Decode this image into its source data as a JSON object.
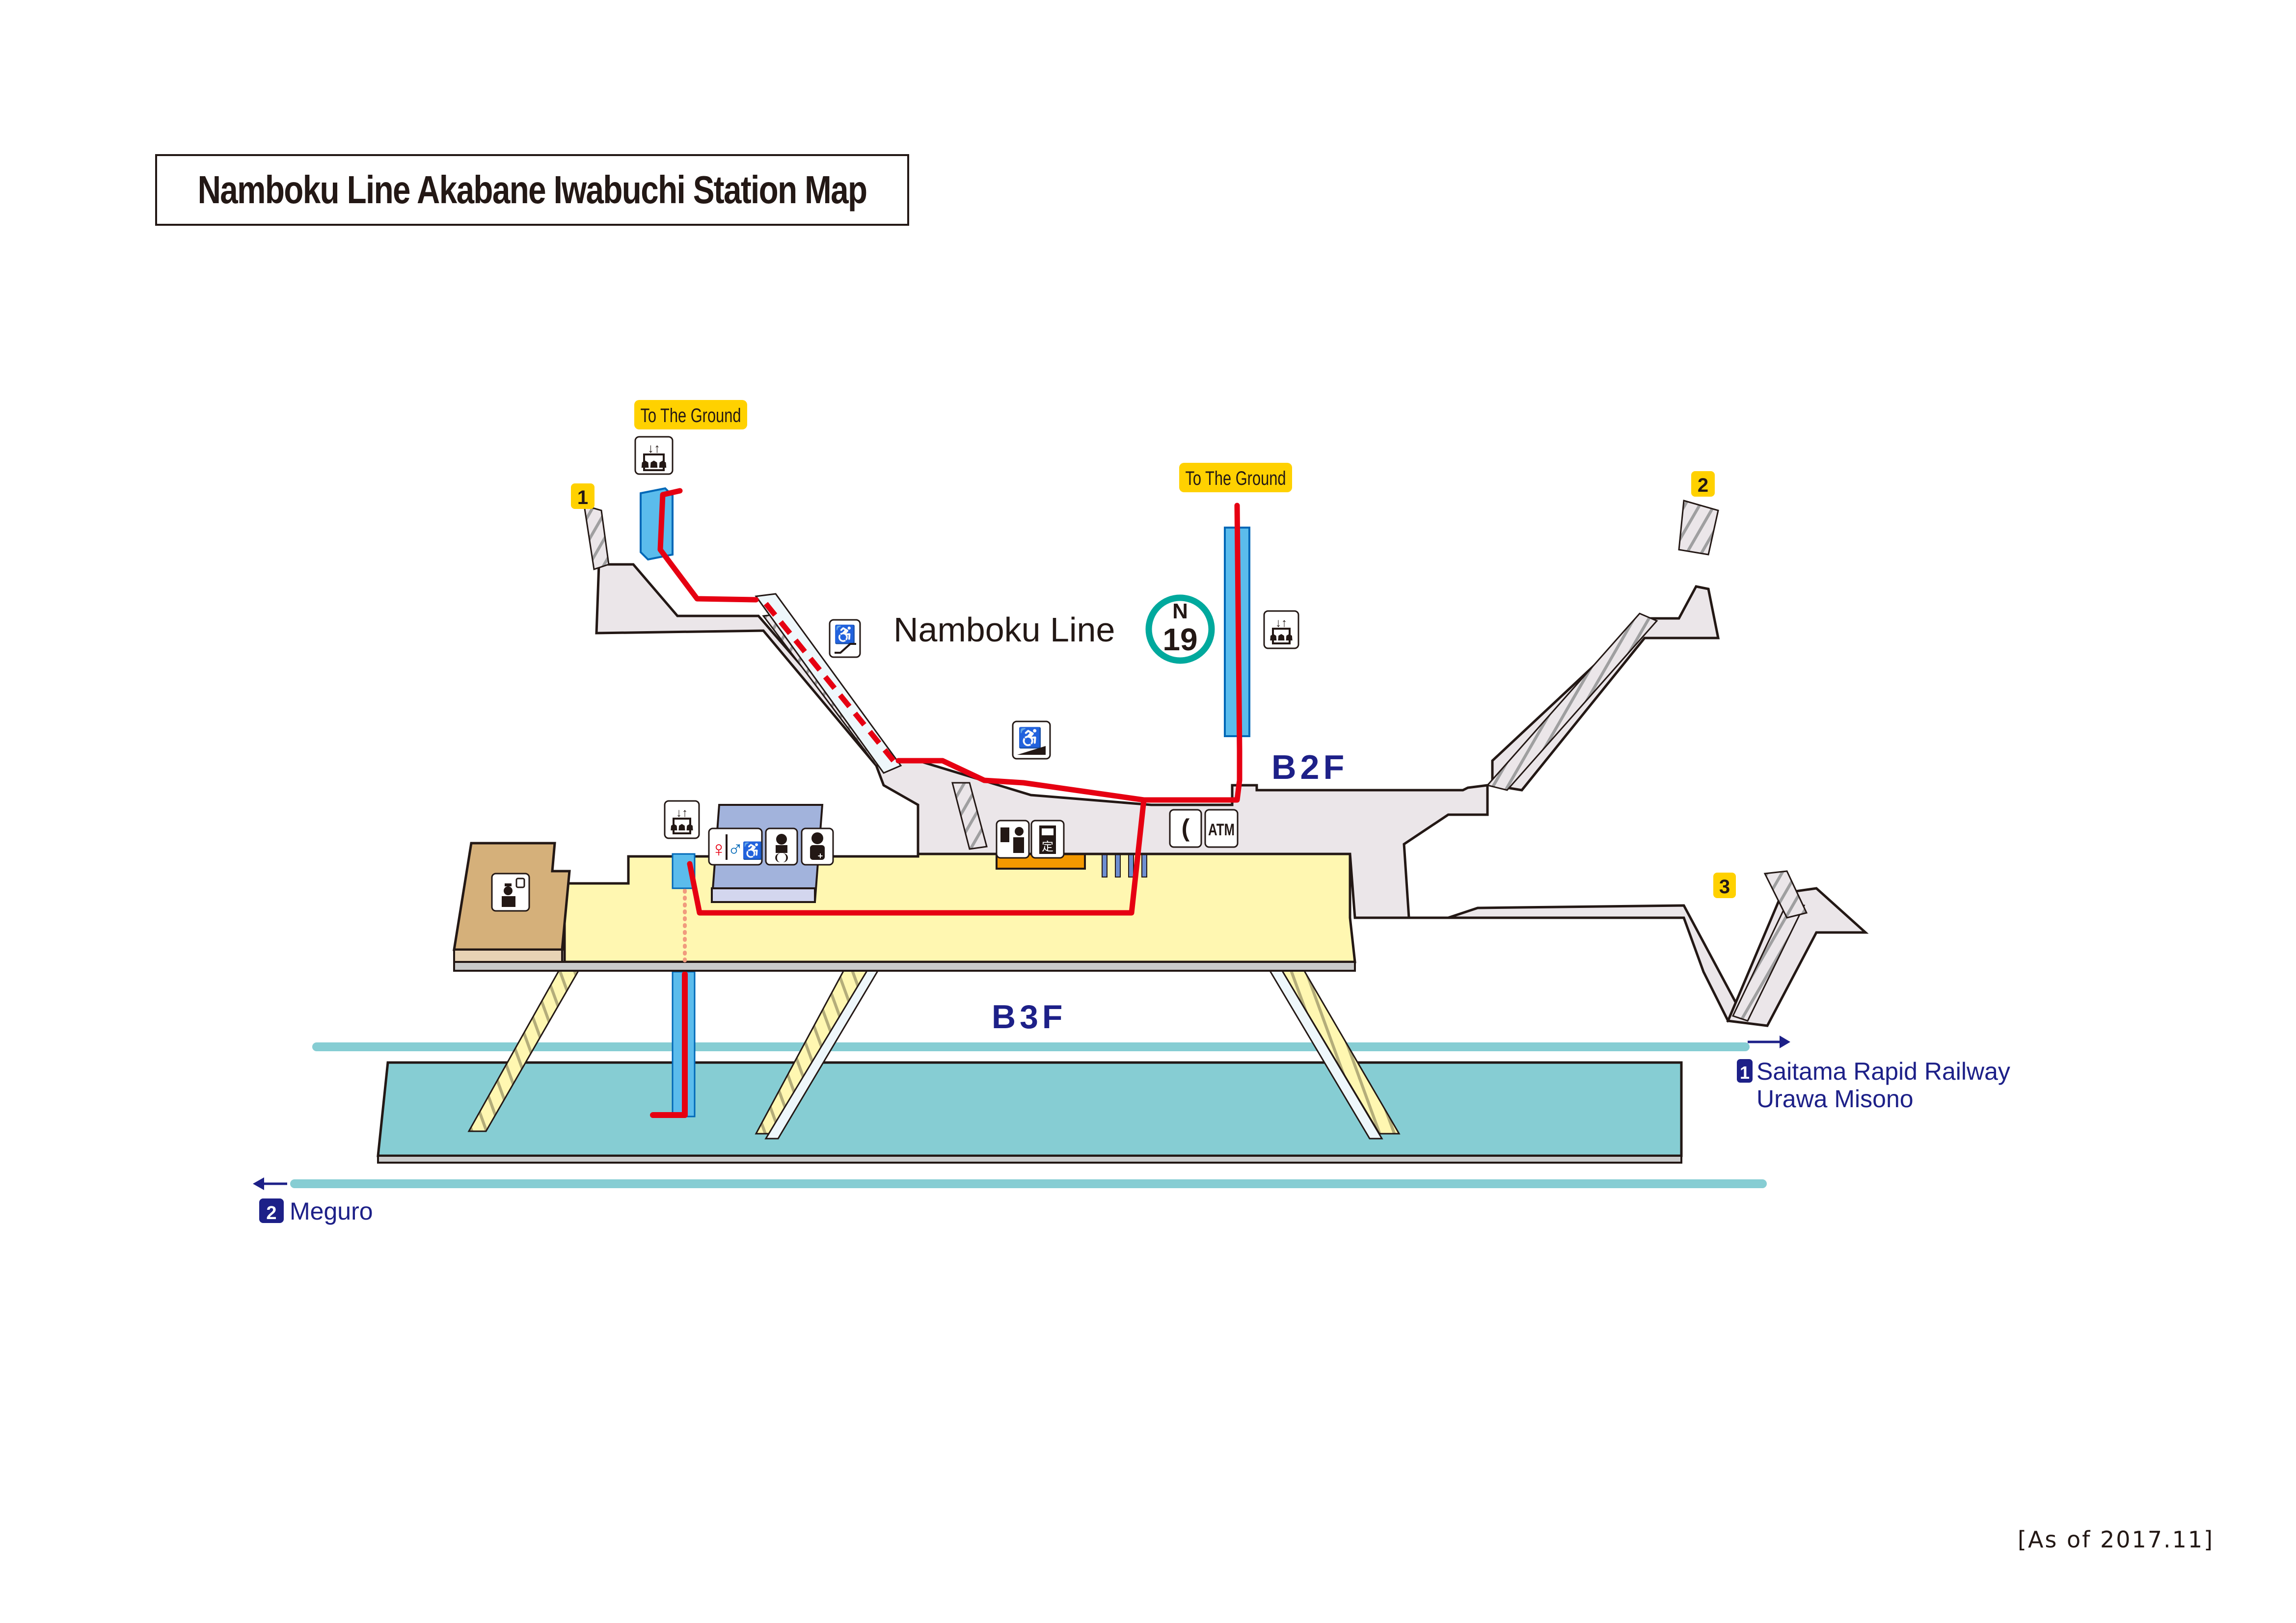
{
  "title": "Namboku Line Akabane Iwabuchi Station Map",
  "station": {
    "line_name": "Namboku Line",
    "station_code_letter": "N",
    "station_code_number": "19",
    "line_color": "#00a99d"
  },
  "floors": {
    "b2f": "B2F",
    "b3f": "B3F"
  },
  "exits": [
    {
      "number": "1"
    },
    {
      "number": "2"
    },
    {
      "number": "3"
    }
  ],
  "ground_labels": {
    "left": "To The Ground",
    "center": "To The Ground"
  },
  "directions": {
    "track1_badge": "1",
    "track1_line1": "Saitama Rapid Railway",
    "track1_line2": "Urawa Misono",
    "track2_badge": "2",
    "track2_label": "Meguro"
  },
  "facilities": {
    "atm_label": "ATM",
    "commuter_pass_char": "定",
    "icons": [
      "elevator-icon",
      "escalator-wheelchair-icon",
      "wheelchair-ramp-icon",
      "restroom-icon",
      "baby-changing-icon",
      "first-aid-room-icon",
      "ticket-office-icon",
      "commuter-pass-icon",
      "telephone-icon",
      "atm-icon",
      "station-staff-icon"
    ]
  },
  "colors": {
    "accessible_route": "#e60012",
    "exit_badge": "#ffd100",
    "floor_label": "#1d2088",
    "concourse": "#ebe6e9",
    "platform_level": "#fff7b1",
    "track": "#86cdd3",
    "elevator": "#5bbcec",
    "office": "#d5b07a",
    "restroom_block": "#a2b3dc",
    "ticket_office": "#f39800"
  },
  "footer": {
    "as_of": "[As of 2017.11]"
  }
}
